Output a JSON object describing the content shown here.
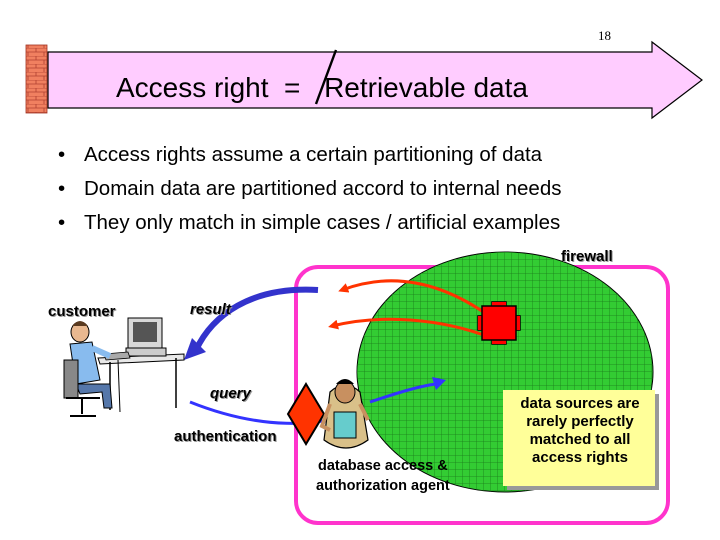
{
  "slide": {
    "page_number": "18",
    "title_left": "Access right",
    "title_right": "Retrievable data",
    "bullets": [
      "Access rights assume a certain partitioning of data",
      "Domain data are partitioned accord to internal needs",
      "They only match in simple cases / artificial examples"
    ]
  },
  "diagram": {
    "firewall_label": "firewall",
    "customer_label": "customer",
    "result_label": "result",
    "query_label": "query",
    "authentication_label": "authentication",
    "agent_label_line1": "database access &",
    "agent_label_line2": "authorization agent",
    "note_line1": "data sources are",
    "note_line2": "rarely perfectly",
    "note_line3": "matched to all",
    "note_line4": "access rights"
  },
  "colors": {
    "arrow_band": "#ffccff",
    "brick": "#f08060",
    "firewall_boundary": "#ff33cc",
    "data_ellipse": "#33cc33",
    "result_arrow": "#3333cc",
    "query_arrow": "#3333ff",
    "firewall_arrows": "#ff3300",
    "cross": "#ff0000",
    "auth_diamond": "#ff3300",
    "note_fill": "#ffff99"
  },
  "icons": [
    "brick-wall-icon",
    "not-equal-slash-icon",
    "customer-at-computer-icon",
    "authorization-agent-icon",
    "access-cross-icon",
    "authentication-diamond-icon"
  ]
}
